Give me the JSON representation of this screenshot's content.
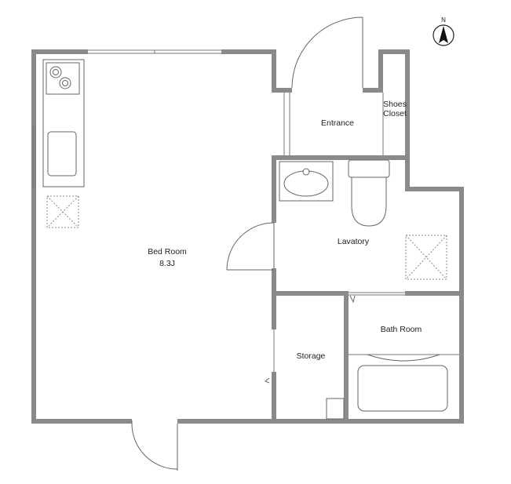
{
  "rooms": {
    "bed_room": {
      "name": "Bed Room",
      "size": "8.3J"
    },
    "entrance": "Entrance",
    "shoes_closet": {
      "line1": "Shoes",
      "line2": "Closet"
    },
    "lavatory": "Lavatory",
    "bath_room": "Bath Room",
    "storage": "Storage"
  },
  "compass": {
    "label": "N"
  }
}
